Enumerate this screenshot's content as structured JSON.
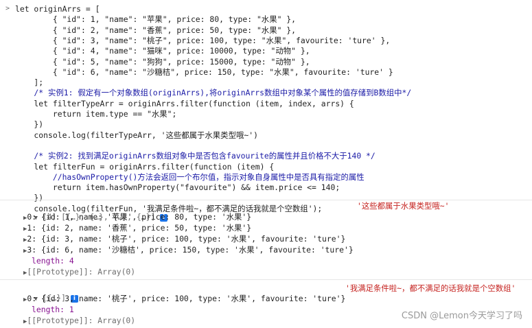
{
  "console": {
    "prompt": ">",
    "code_lines": [
      "let originArrs = [",
      "        { \"id\": 1, \"name\": \"苹果\", price: 80, type: \"水果\" },",
      "        { \"id\": 2, \"name\": \"香蕉\", price: 50, type: \"水果\" },",
      "        { \"id\": 3, \"name\": \"桃子\", price: 100, type: \"水果\", favourite: 'ture' },",
      "        { \"id\": 4, \"name\": \"猫咪\", price: 10000, type: \"动物\" },",
      "        { \"id\": 5, \"name\": \"狗狗\", price: 15000, type: \"动物\" },",
      "        { \"id\": 6, \"name\": \"沙糖桔\", price: 150, type: \"水果\", favourite: 'ture' }",
      "    ];",
      "    /* 实例1: 假定有一个对象数组(originArrs),将originArrs数组中对象某个属性的值存储到B数组中*/",
      "    let filterTypeArr = originArrs.filter(function (item, index, arrs) {",
      "        return item.type == \"水果\";",
      "    })",
      "    console.log(filterTypeArr, '这些都属于水果类型哦~')",
      "",
      "    /* 实例2: 找到满足originArrs数组对象中是否包含favourite的属性并且价格不大于140 */",
      "    let filterFun = originArrs.filter(function (item) {",
      "        //hasOwnProperty()方法会返回一个布尔值，指示对象自身属性中是否具有指定的属性",
      "        return item.hasOwnProperty(\"favourite\") && item.price <= 140;",
      "    })",
      "    console.log(filterFun, '我满足条件啦~，都不满足的话我就是个空数组');"
    ],
    "output1": {
      "header": "(4) [{…}, {…}, {…}, {…}]",
      "message": "'这些都属于水果类型哦~'",
      "items": [
        "0: {id: 1, name: '苹果', price: 80, type: '水果'}",
        "1: {id: 2, name: '香蕉', price: 50, type: '水果'}",
        "2: {id: 3, name: '桃子', price: 100, type: '水果', favourite: 'ture'}",
        "3: {id: 6, name: '沙糖桔', price: 150, type: '水果', favourite: 'ture'}"
      ],
      "length": "length: 4",
      "prototype": "[[Prototype]]: Array(0)"
    },
    "output2": {
      "header": "[{…}]",
      "message": "'我满足条件啦~，都不满足的话我就是个空数组'",
      "items": [
        "0: {id: 3, name: '桃子', price: 100, type: '水果', favourite: 'ture'}"
      ],
      "length": "length: 1",
      "prototype": "[[Prototype]]: Array(0)"
    },
    "info_icon": "i"
  },
  "watermark": "CSDN @Lemon今天学习了吗"
}
